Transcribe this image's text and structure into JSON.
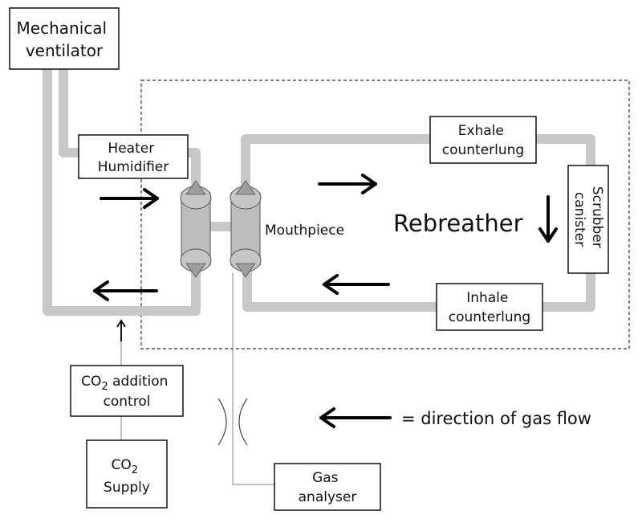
{
  "components": {
    "mechanical_ventilator": [
      "Mechanical",
      "ventilator"
    ],
    "heater_humidifier": [
      "Heater",
      "Humidifier"
    ],
    "exhale_counterlung": [
      "Exhale",
      "counterlung"
    ],
    "inhale_counterlung": [
      "Inhale",
      "counterlung"
    ],
    "scrubber_canister": [
      "Scrubber",
      "canister"
    ],
    "co2_addition_control": {
      "prefix": "CO",
      "subscript": "2",
      "suffix": " addition",
      "line2": "control"
    },
    "co2_supply": {
      "prefix": "CO",
      "subscript": "2",
      "line2": "Supply"
    },
    "gas_analyser": [
      "Gas",
      "analyser"
    ]
  },
  "labels": {
    "mouthpiece": "Mouthpiece",
    "rebreather": "Rebreather"
  },
  "legend": {
    "text": "= direction of gas flow"
  },
  "colors": {
    "pipe": "#c8c8c8",
    "valve_fill": "#bdbdbd",
    "valve_stroke": "#555555",
    "border": "#111111",
    "dashed_boundary": "#333333"
  }
}
